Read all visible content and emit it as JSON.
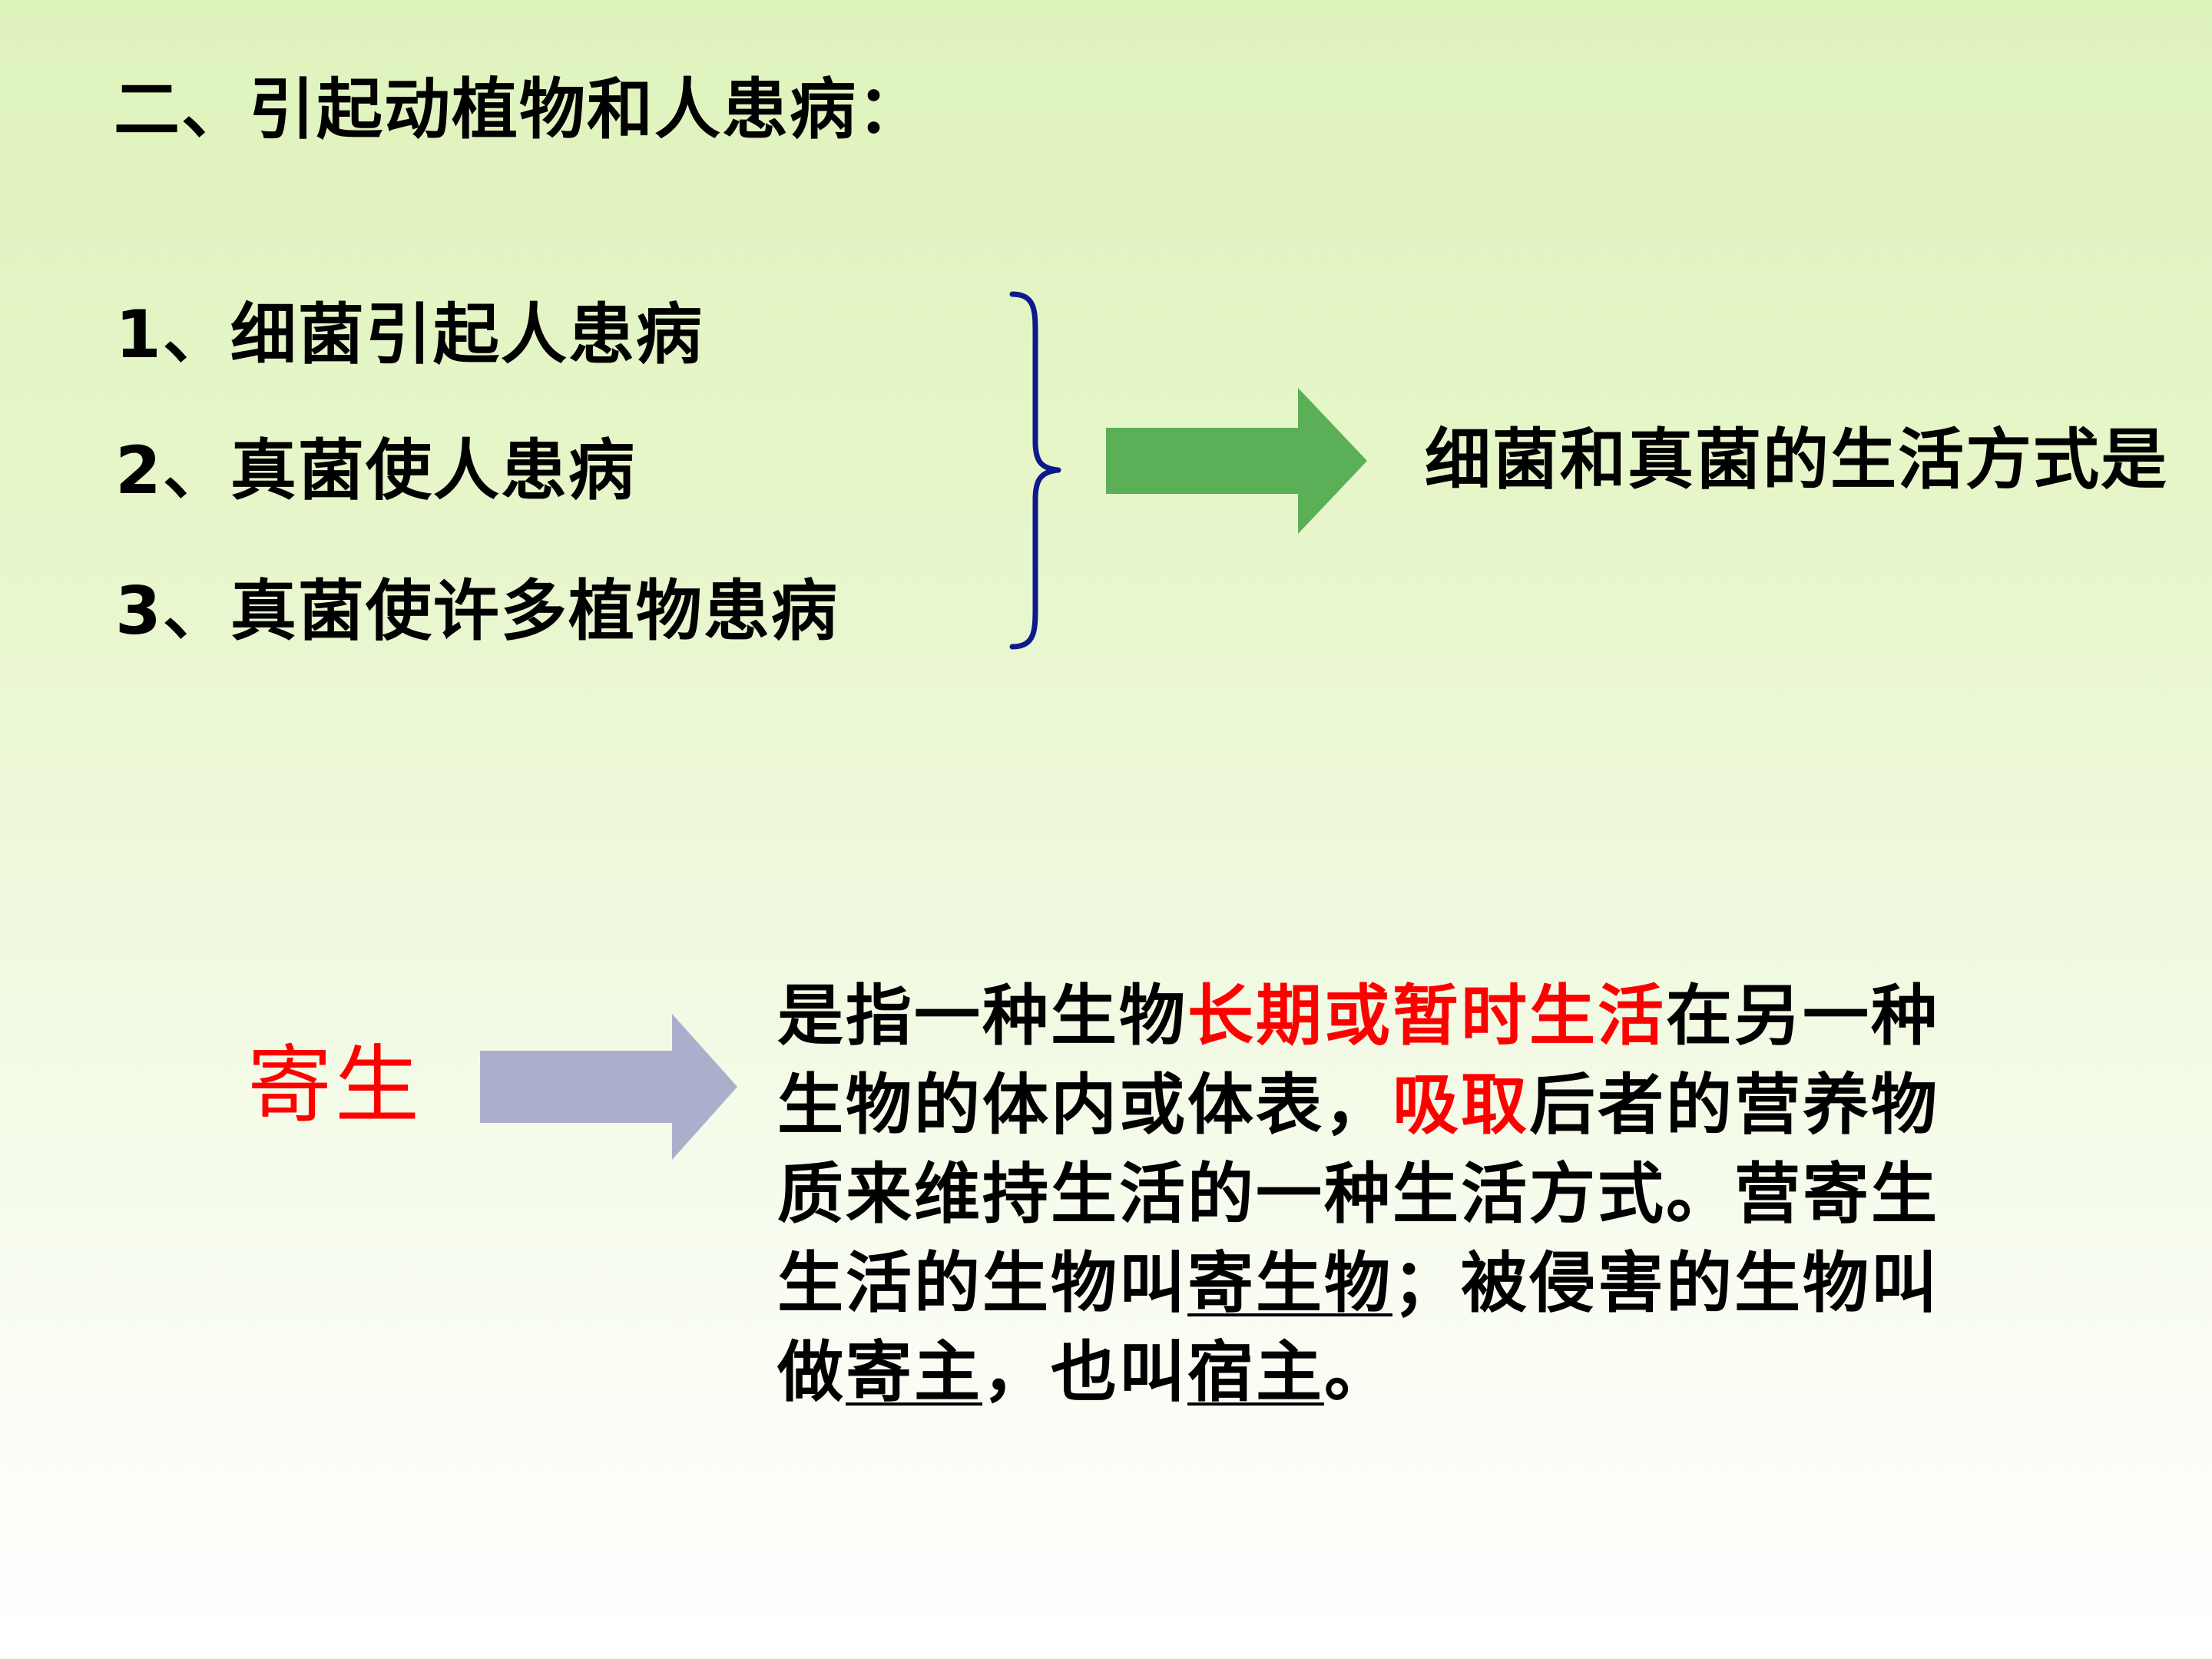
{
  "slide": {
    "heading": "二、引起动植物和人患病：",
    "list_items": [
      "1、细菌引起人患病",
      "2、真菌使人患病",
      "3、真菌使许多植物患病"
    ],
    "conclusion": "细菌和真菌的生活方式是",
    "term": "寄生",
    "definition": {
      "line1_a": "是指一种生物",
      "line1_red": "长期或暂时生活",
      "line1_b": "在另一种",
      "line2_a": "生物的体内或体表，",
      "line2_red": "吸取",
      "line2_b": "后者的营养物",
      "line3": "质来维持生活的一种生活方式。营寄生",
      "line4_a": "生活的生物叫",
      "line4_u": "寄生物",
      "line4_b": "；被侵害的生物叫",
      "line5_a": "做",
      "line5_u1": "寄主",
      "line5_b": "，也叫",
      "line5_u2": "宿主",
      "line5_c": "。"
    }
  },
  "colors": {
    "background_top": "#dff3bd",
    "background_bottom": "#ffffff",
    "highlight_red": "#ff0000",
    "brace_blue": "#0d1a8c",
    "green_arrow": "#5aaf57",
    "purple_arrow": "#aab0cc"
  },
  "icons": {
    "brace": "right-curly-brace-icon",
    "green_arrow": "right-arrow-icon",
    "purple_arrow": "right-arrow-icon"
  }
}
